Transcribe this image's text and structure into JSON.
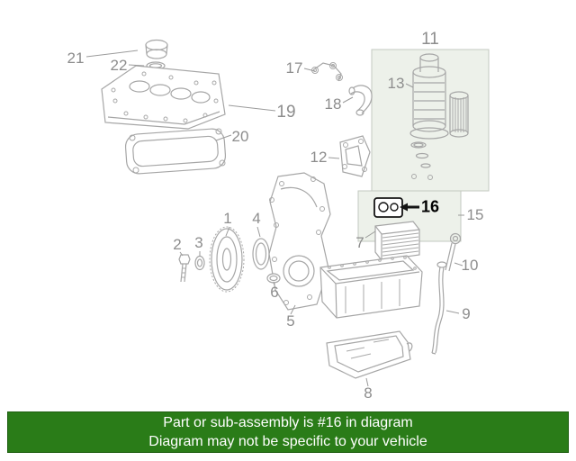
{
  "banner": {
    "line1": "Part or sub-assembly is #16 in diagram",
    "line2": "Diagram may not be specific to your vehicle",
    "bg_color": "#2a7c18",
    "text_color": "#ffffff"
  },
  "diagram": {
    "highlighted_part": "16",
    "callout_color": "#8d8d8d",
    "highlight_color": "#000000",
    "part_line_color": "#a6a6a6",
    "callouts": [
      {
        "label": "1",
        "highlighted": false
      },
      {
        "label": "2",
        "highlighted": false
      },
      {
        "label": "3",
        "highlighted": false
      },
      {
        "label": "4",
        "highlighted": false
      },
      {
        "label": "5",
        "highlighted": false
      },
      {
        "label": "6",
        "highlighted": false
      },
      {
        "label": "7",
        "highlighted": false
      },
      {
        "label": "8",
        "highlighted": false
      },
      {
        "label": "9",
        "highlighted": false
      },
      {
        "label": "10",
        "highlighted": false
      },
      {
        "label": "11",
        "highlighted": false
      },
      {
        "label": "12",
        "highlighted": false
      },
      {
        "label": "13",
        "highlighted": false
      },
      {
        "label": "15",
        "highlighted": false
      },
      {
        "label": "16",
        "highlighted": true
      },
      {
        "label": "17",
        "highlighted": false
      },
      {
        "label": "18",
        "highlighted": false
      },
      {
        "label": "19",
        "highlighted": false
      },
      {
        "label": "20",
        "highlighted": false
      },
      {
        "label": "21",
        "highlighted": false
      },
      {
        "label": "22",
        "highlighted": false
      }
    ]
  }
}
